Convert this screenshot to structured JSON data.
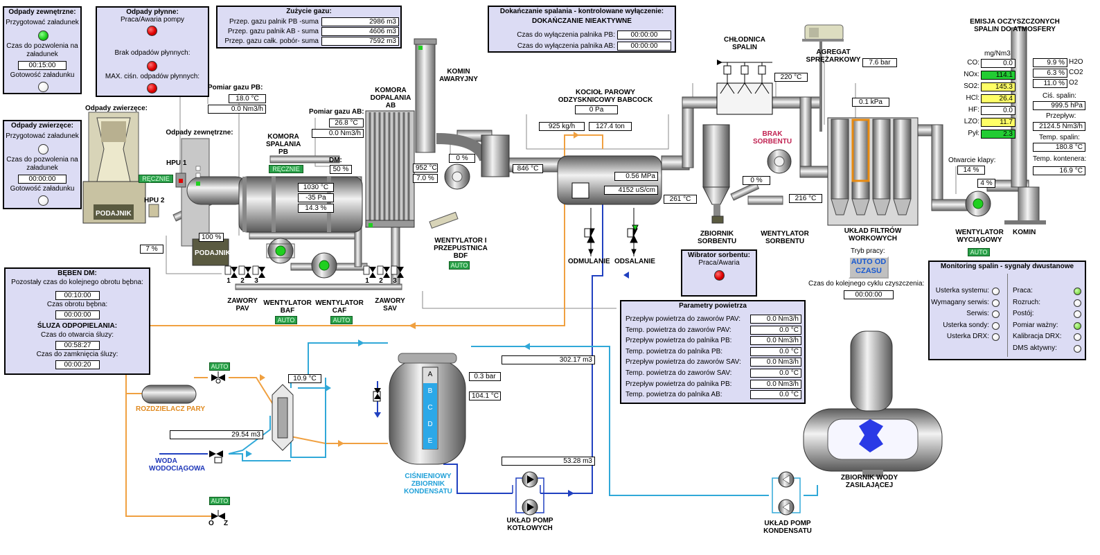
{
  "colors": {
    "panel_bg": "#dcdcf4",
    "steam_line": "#f0a040",
    "feed_water_line": "#2040c0",
    "condensate_line": "#30a8d8",
    "status_auto": "#2aa04a",
    "alarm_red": "#e00000",
    "ok_green": "#20d020"
  },
  "odpady_zewn_panel": {
    "title": "Odpady zewnętrzne:",
    "prepare_label": "Przygotować załadunek",
    "time_label": "Czas do pozwolenia na załadunek",
    "time_value": "00:15:00",
    "ready_label": "Gotowość załadunku"
  },
  "odpady_plynne_panel": {
    "title": "Odpady płynne:",
    "pump_label": "Praca/Awaria pompy",
    "no_waste_label": "Brak odpadów płynnych:",
    "max_pressure_label": "MAX. ciśn. odpadów płynnych:"
  },
  "gas_panel": {
    "title": "Zużycie gazu:",
    "rows": [
      {
        "label": "Przep. gazu palnik PB -suma",
        "value": "2986 m3"
      },
      {
        "label": "Przep. gazu palnik AB - suma",
        "value": "4606 m3"
      },
      {
        "label": "Przep. gazu całk. pobór- suma",
        "value": "7592 m3"
      }
    ]
  },
  "burnout_panel": {
    "title": "Dokańczanie spalania - kontrolowane wyłączenie:",
    "subtitle": "DOKAŃCZANIE NIEAKTYWNE",
    "rows": [
      {
        "label": "Czas do wyłączenia palnika PB:",
        "value": "00:00:00"
      },
      {
        "label": "Czas do wyłączenia palnika AB:",
        "value": "00:00:00"
      }
    ]
  },
  "odpady_zwierzece_panel": {
    "title": "Odpady zwierzęce:",
    "prepare_label": "Przygotować załadunek",
    "time_label": "Czas do pozwolenia na załadunek",
    "time_value": "00:00:00",
    "ready_label": "Gotowość załadunku"
  },
  "beben_panel": {
    "title": "BĘBEN DM:",
    "remaining_label": "Pozostały czas do kolejnego obrotu bębna:",
    "remaining_value": "00:10:00",
    "rotation_label": "Czas obrotu bębna:",
    "rotation_value": "00:00:00",
    "sluice_title": "ŚLUZA ODPOPIELANIA:",
    "open_label": "Czas do otwarcia śluzy:",
    "open_value": "00:58:27",
    "close_label": "Czas do zamknięcia śluzy:",
    "close_value": "00:00:20"
  },
  "emission": {
    "title": "EMISJA OCZYSZCZONYCH SPALIN DO ATMOSFERY",
    "unit": "mg/Nm3",
    "rows": [
      {
        "label": "CO:",
        "value": "0.0",
        "hl": ""
      },
      {
        "label": "NOx:",
        "value": "114.1",
        "hl": "g"
      },
      {
        "label": "SO2:",
        "value": "145.3",
        "hl": "y"
      },
      {
        "label": "HCl:",
        "value": "26.4",
        "hl": "y"
      },
      {
        "label": "HF:",
        "value": "0.0",
        "hl": ""
      },
      {
        "label": "LZO:",
        "value": "11.7",
        "hl": "y"
      },
      {
        "label": "Pył:",
        "value": "2.3",
        "hl": "g"
      }
    ],
    "h2o": "9.9 %",
    "co2": "6.3 %",
    "o2": "11.0 %",
    "h2o_label": "H2O",
    "co2_label": "CO2",
    "o2_label": "O2",
    "pressure_label": "Ciś. spalin:",
    "pressure_value": "999.5 hPa",
    "flow_label": "Przepływ:",
    "flow_value": "2124.5 Nm3/h",
    "temp_label": "Temp. spalin:",
    "temp_value": "180.8 °C",
    "temp_cont_label": "Temp. kontenera:",
    "temp_cont_value": "16.9 °C"
  },
  "monitoring": {
    "title": "Monitoring spalin - sygnały dwustanowe",
    "left": [
      {
        "label": "Usterka systemu:",
        "state": "white"
      },
      {
        "label": "Wymagany serwis:",
        "state": "white"
      },
      {
        "label": "Serwis:",
        "state": "white"
      },
      {
        "label": "Usterka sondy:",
        "state": "white"
      },
      {
        "label": "Usterka DRX:",
        "state": "white"
      }
    ],
    "right": [
      {
        "label": "Praca:",
        "state": "green"
      },
      {
        "label": "Rozruch:",
        "state": "white"
      },
      {
        "label": "Postój:",
        "state": "white"
      },
      {
        "label": "Pomiar ważny:",
        "state": "green"
      },
      {
        "label": "Kalibracja DRX:",
        "state": "white"
      },
      {
        "label": "DMS aktywny:",
        "state": "white"
      }
    ]
  },
  "air": {
    "title": "Parametry powietrza",
    "rows": [
      {
        "label": "Przepływ powietrza do zaworów PAV:",
        "value": "0.0 Nm3/h"
      },
      {
        "label": "Temp. powietrza do zaworów PAV:",
        "value": "0.0 °C"
      },
      {
        "label": "Przepływ powietrza do palnika PB:",
        "value": "0.0 Nm3/h"
      },
      {
        "label": "Temp. powietrza do palnika PB:",
        "value": "0.0 °C"
      },
      {
        "label": "Przepływ powietrza do zaworów SAV:",
        "value": "0.0 Nm3/h"
      },
      {
        "label": "Temp. powietrza do zaworów SAV:",
        "value": "0.0 °C"
      },
      {
        "label": "Przepływ powietrza do palnika PB:",
        "value": "0.0 Nm3/h"
      },
      {
        "label": "Temp. powietrza do palnika AB:",
        "value": "0.0 °C"
      }
    ]
  },
  "wibrator": {
    "title": "Wibrator sorbentu:",
    "label": "Praca/Awaria"
  },
  "labels": {
    "odpady_zwierzece": "Odpady zwierzęce:",
    "odpady_zewnetrzne": "Odpady zewnętrzne:",
    "hpu1": "HPU 1",
    "hpu2": "HPU 2",
    "podajnik": "PODAJNIK",
    "pomiar_pb": "Pomiar gazu PB:",
    "pomiar_ab": "Pomiar gazu AB:",
    "komora_pb": "KOMORA SPALANIA PB",
    "komora_ab": "KOMORA DOPALANIA AB",
    "komin_awaryjny": "KOMIN AWARYJNY",
    "dm": "DM:",
    "kociol": "KOCIOŁ PAROWY ODZYSKNICOWY BABCOCK",
    "chlodnica": "CHŁODNICA SPALIN",
    "agregat": "AGREGAT SPRĘŻARKOWY",
    "brak_sorbentu": "BRAK SORBENTU",
    "zbiornik_sorbentu": "ZBIORNIK SORBENTU",
    "wentylator_sorbentu": "WENTYLATOR SORBENTU",
    "uklad_filtrow": "UKŁAD FILTRÓW WORKOWYCH",
    "tryb_pracy": "Tryb pracy:",
    "auto_od_czasu": "AUTO OD CZASU",
    "czas_cyklu": "Czas do kolejnego cyklu czyszczenia:",
    "czas_cyklu_value": "00:00:00",
    "otwarcie_klapy": "Otwarcie klapy:",
    "wentylator_wyciagowy": "WENTYLATOR WYCIĄGOWY",
    "komin": "KOMIN",
    "wentylator_bdf": "WENTYLATOR I PRZEPUSTNICA BDF",
    "zawory_pav": "ZAWORY PAV",
    "wentylator_baf": "WENTYLATOR BAF",
    "wentylator_caf": "WENTYLATOR CAF",
    "zawory_sav": "ZAWORY SAV",
    "odmulanie": "ODMULANIE",
    "odsalanie": "ODSALANIE",
    "rozdzielacz": "ROZDZIELACZ PARY",
    "woda": "WODA WODOCIĄGOWA",
    "zbiornik_kondensatu": "CIŚNIENIOWY ZBIORNIK KONDENSATU",
    "uklad_pomp_kotlowych": "UKŁAD POMP KOTŁOWYCH",
    "uklad_pomp_kondensatu": "UKŁAD POMP KONDENSATU",
    "zbiornik_wody": "ZBIORNIK WODY ZASILAJĄCEJ",
    "auto": "AUTO",
    "recznie": "RĘCZNIE",
    "valve_nums": [
      "1",
      "2",
      "3"
    ],
    "level_letters": [
      "A",
      "B",
      "C",
      "D",
      "E"
    ],
    "oz_o": "O",
    "oz_z": "Z"
  },
  "values": {
    "pb_temp": "18.0 °C",
    "pb_flow": "0.0 Nm3/h",
    "ab_temp": "26.8 °C",
    "ab_flow": "0.0 Nm3/h",
    "dm_pct": "50 %",
    "pb_chamber_temp": "1030 °C",
    "pb_chamber_press": "-35 Pa",
    "pb_chamber_pct": "14.3 %",
    "ab_temp_chamber": "952 °C",
    "ab_o2": "7.0 %",
    "bdf_pct": "0 %",
    "boiler_inlet_temp": "846 °C",
    "boiler_press": "0 Pa",
    "steam_flow": "925 kg/h",
    "steam_total": "127.4 ton",
    "steam_press": "0.56 MPa",
    "conductivity": "4152 uS/cm",
    "boiler_out_temp": "261 °C",
    "cooler_temp": "220 °C",
    "compressor_press": "7.6 bar",
    "filter_dp": "0.1 kPa",
    "sorbent_pct": "0 %",
    "filter_temp": "216 °C",
    "exhaust_pct": "14 %",
    "exhaust_fan_pct": "4 %",
    "feeder_pct": "7 %",
    "hpu_pct": "100 %",
    "hx_temp": "10.9 °C",
    "water_meter": "29.54 m3",
    "cond_press": "0.3 bar",
    "cond_temp": "104.1 °C",
    "meter_302": "302.17 m3",
    "meter_53": "53.28 m3"
  }
}
